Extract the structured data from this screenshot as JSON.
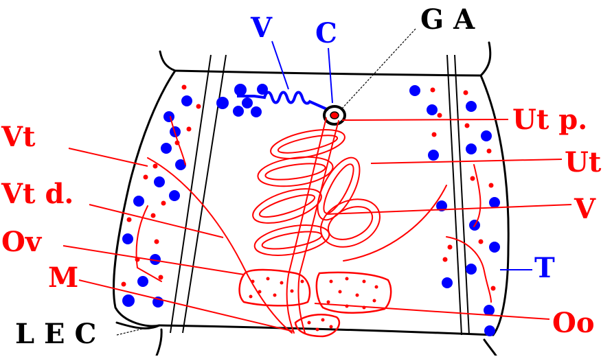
{
  "colors": {
    "ink": "#000000",
    "red": "#ff0000",
    "blue": "#0000ff",
    "background": "#ffffff"
  },
  "labels": {
    "V_top": "V",
    "C": "C",
    "GA": "G A",
    "Vt": "Vt",
    "Vtd": "Vt d.",
    "Ov": "Ov",
    "M": "M",
    "LEC": "L E C",
    "Utp": "Ut p.",
    "Ut": "Ut",
    "V_right": "V",
    "T": "T",
    "Oo": "Oo"
  }
}
